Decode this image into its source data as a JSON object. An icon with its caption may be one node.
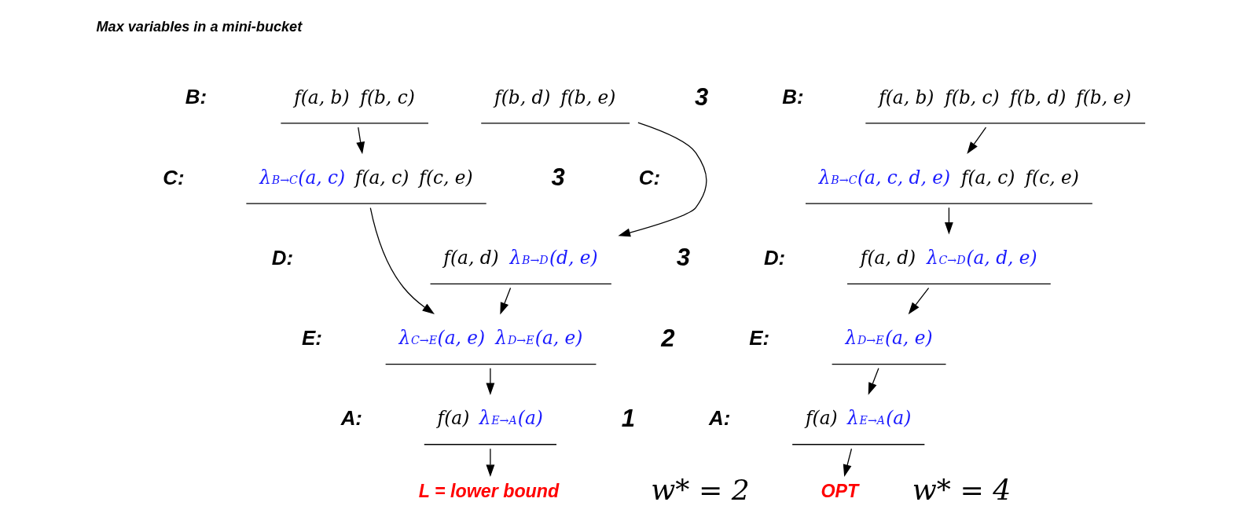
{
  "diagram": {
    "nodes": [
      {
        "text": [
          "f(a, b)",
          "f(b, c)"
        ]
      },
      {
        "text": [
          "f(b, d)",
          "f(b, e)"
        ]
      },
      {
        "text": [
          "λ$_{B→C}$(a, c)",
          "f(a, c)",
          "f(c, e)"
        ]
      },
      {
        "text": [
          "f(a, d)",
          "λ$_{B→D}$(d, e)"
        ]
      },
      {
        "text": [
          "λ$_{C→E}$(a, e)",
          "λ$_{D→E}$(a, e)"
        ]
      },
      {
        "text": [
          "f(a)",
          "λ$_{E→A}$(a)"
        ]
      },
      {
        "text": [
          "L = lower bound"
        ]
      },
      {
        "text": [
          "f(a, b)",
          "f(b, c)",
          "f(b, d)",
          "f(b, e)"
        ]
      },
      {
        "text": [
          "λ$_{B→C}$(a, c, d, e)",
          "f(a, c)",
          "f(c, e)"
        ]
      },
      {
        "text": [
          "f(a, d)",
          "λ$_{C→D}$(a, d, e)"
        ]
      },
      {
        "text": [
          "λ$_{D→E}$(a, e)"
        ]
      },
      {
        "text": [
          "f(a)",
          "λ$_{E→A}$(a)"
        ]
      },
      {
        "text": [
          "OPT"
        ]
      }
    ],
    "edges": [
      {
        "from": 0,
        "to": 2,
        "arrow": "to"
      },
      {
        "from": 1,
        "to": 3,
        "arrow": "to"
      },
      {
        "from": 2,
        "to": 4,
        "arrow": "to"
      },
      {
        "from": 3,
        "to": 4,
        "arrow": "to"
      },
      {
        "from": 4,
        "to": 5,
        "arrow": "to"
      },
      {
        "from": 5,
        "to": 6,
        "arrow": "to"
      },
      {
        "from": 7,
        "to": 8,
        "arrow": "to"
      },
      {
        "from": 8,
        "to": 9,
        "arrow": "to"
      },
      {
        "from": 9,
        "to": 10,
        "arrow": "to"
      },
      {
        "from": 10,
        "to": 11,
        "arrow": "to"
      },
      {
        "from": 11,
        "to": 12,
        "arrow": "to"
      }
    ],
    "labels": [
      "Max variables in a mini-bucket",
      "B:",
      "B:",
      "3",
      "C:",
      "C:",
      "3",
      "D:",
      "D:",
      "3",
      "E:",
      "E:",
      "2",
      "A:",
      "A:",
      "1",
      "w* = 2",
      "w* = 4"
    ]
  }
}
